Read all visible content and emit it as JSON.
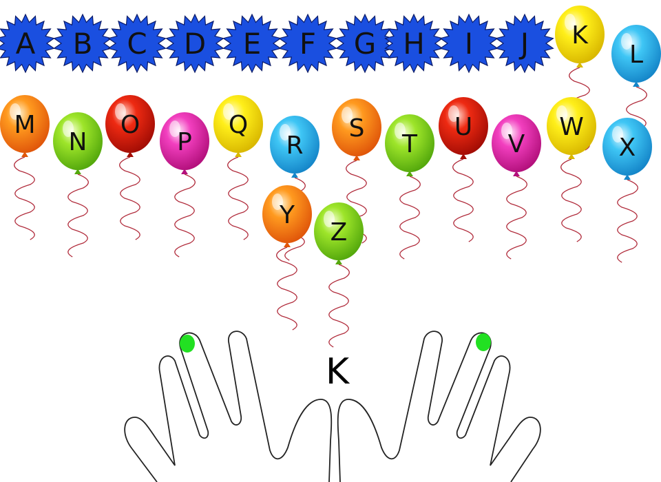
{
  "popped_letters": [
    {
      "letter": "A",
      "color": "#1a4fe0"
    },
    {
      "letter": "B",
      "color": "#1a4fe0"
    },
    {
      "letter": "C",
      "color": "#1a4fe0"
    },
    {
      "letter": "D",
      "color": "#1a4fe0"
    },
    {
      "letter": "E",
      "color": "#1a4fe0"
    },
    {
      "letter": "F",
      "color": "#1a4fe0"
    },
    {
      "letter": "G",
      "color": "#1a4fe0"
    },
    {
      "letter": "H",
      "color": "#1a4fe0"
    },
    {
      "letter": "I",
      "color": "#1a4fe0"
    },
    {
      "letter": "J",
      "color": "#1a4fe0"
    }
  ],
  "balloons": [
    {
      "letter": "K",
      "color": "yellow"
    },
    {
      "letter": "L",
      "color": "blue"
    },
    {
      "letter": "M",
      "color": "orange"
    },
    {
      "letter": "N",
      "color": "green"
    },
    {
      "letter": "O",
      "color": "red"
    },
    {
      "letter": "P",
      "color": "pink"
    },
    {
      "letter": "Q",
      "color": "yellow"
    },
    {
      "letter": "R",
      "color": "blue"
    },
    {
      "letter": "S",
      "color": "orange"
    },
    {
      "letter": "T",
      "color": "green"
    },
    {
      "letter": "U",
      "color": "red"
    },
    {
      "letter": "V",
      "color": "pink"
    },
    {
      "letter": "W",
      "color": "yellow"
    },
    {
      "letter": "X",
      "color": "blue"
    },
    {
      "letter": "Y",
      "color": "orange"
    },
    {
      "letter": "Z",
      "color": "green"
    }
  ],
  "target_letter": "K",
  "finger_highlight_color": "#22e022",
  "balloon_colors": {
    "yellow": [
      "#fffde0",
      "#ffef1a",
      "#d9b800"
    ],
    "blue": [
      "#eafaff",
      "#3fc6f5",
      "#1586c9"
    ],
    "orange": [
      "#fff2d0",
      "#ff9a1f",
      "#e0560a"
    ],
    "green": [
      "#f4ffd0",
      "#9ee52a",
      "#54a80c"
    ],
    "red": [
      "#ffd6cc",
      "#ee2a12",
      "#a30d05"
    ],
    "pink": [
      "#ffe4f7",
      "#f23fbf",
      "#b3107c"
    ]
  }
}
